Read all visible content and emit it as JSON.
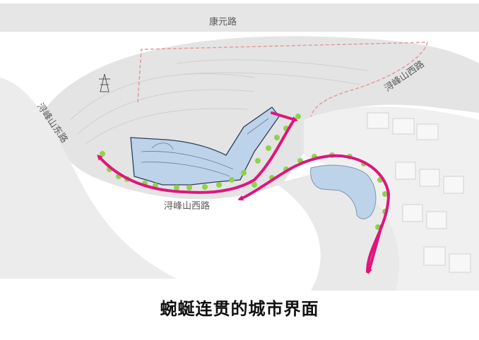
{
  "map": {
    "roads": {
      "north": "康元路",
      "west": "浔峰山东路",
      "south": "浔峰山西路",
      "east": "浔峰山西路"
    },
    "colors": {
      "background": "#ffffff",
      "terrain": "#e4e4e4",
      "building_fill": "#bcd3ea",
      "building_stroke": "#2e3f55",
      "flow_arrow": "#e0157a",
      "boundary_dash": "#e59a9a",
      "tree": "#8fd14f"
    }
  },
  "caption": "蜿蜒连贯的城市界面"
}
